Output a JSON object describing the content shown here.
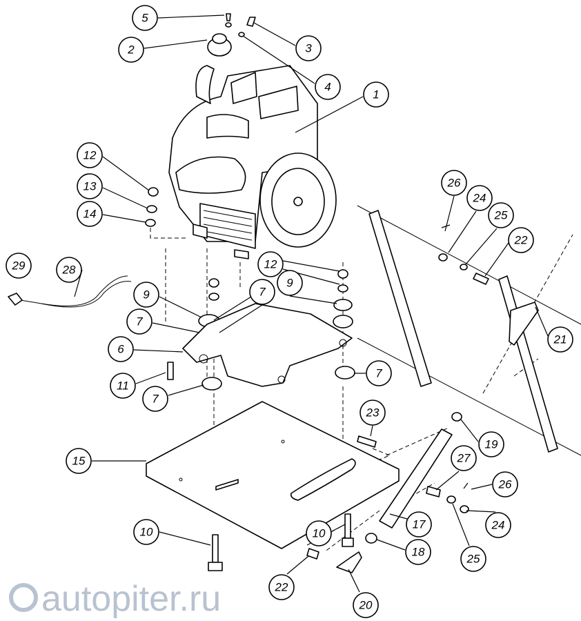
{
  "diagram": {
    "watermark": "autopiter.ru",
    "callouts": {
      "c5": "5",
      "c2": "2",
      "c3": "3",
      "c4": "4",
      "c1": "1",
      "c12a": "12",
      "c13": "13",
      "c14": "14",
      "c26a": "26",
      "c24a": "24",
      "c25a": "25",
      "c22a": "22",
      "c29": "29",
      "c28": "28",
      "c12b": "12",
      "c9a": "9",
      "c7a": "7",
      "c9b": "9",
      "c7b": "7",
      "c6": "6",
      "c11": "11",
      "c7c": "7",
      "c7d": "7",
      "c21": "21",
      "c23": "23",
      "c19": "19",
      "c15": "15",
      "c27": "27",
      "c26b": "26",
      "c10a": "10",
      "c10b": "10",
      "c17": "17",
      "c24b": "24",
      "c18": "18",
      "c25b": "25",
      "c22b": "22",
      "c20": "20"
    }
  }
}
